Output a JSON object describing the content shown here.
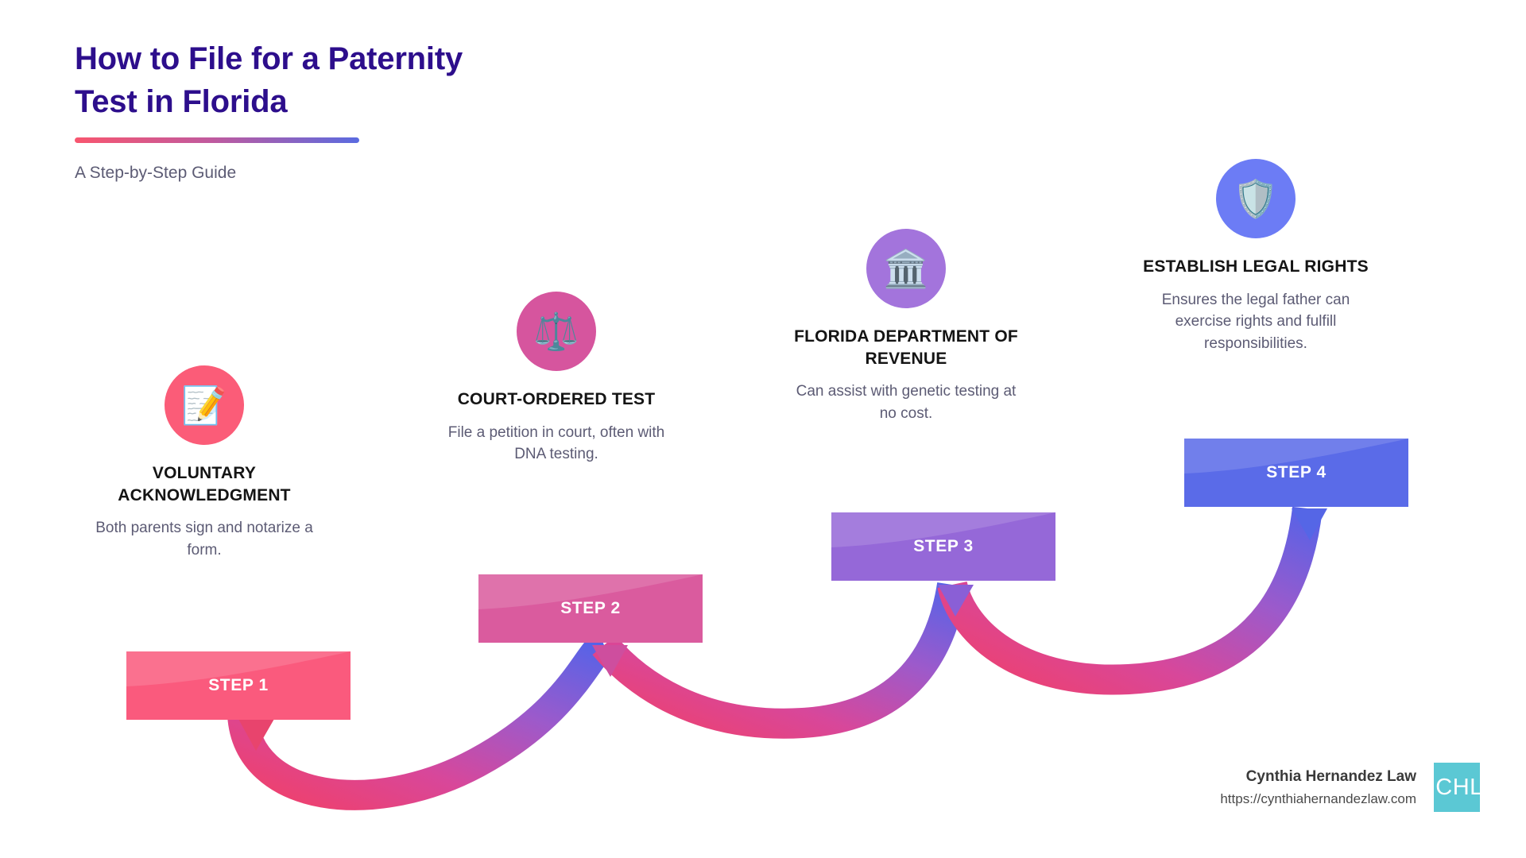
{
  "header": {
    "title_line_1": "How to File for a Paternity",
    "title_line_2": "Test in Florida",
    "subtitle": "A Step-by-Step Guide",
    "title_color": "#2D0E8C",
    "rule_gradient_from": "#F8566F",
    "rule_gradient_to": "#5A6BE0"
  },
  "steps": [
    {
      "banner_label": "STEP 1",
      "title": "VOLUNTARY ACKNOWLEDGMENT",
      "description": "Both parents sign and notarize a form.",
      "icon": "memo-icon",
      "icon_glyph": "📝",
      "circle_color": "#FB5C78",
      "banner_color": "#FA5A7D"
    },
    {
      "banner_label": "STEP 2",
      "title": "COURT-ORDERED TEST",
      "description": "File a petition in court, often with DNA testing.",
      "icon": "balance-scale-icon",
      "icon_glyph": "⚖️",
      "circle_color": "#D6559E",
      "banner_color": "#DA5B9E"
    },
    {
      "banner_label": "STEP 3",
      "title": "FLORIDA DEPARTMENT OF REVENUE",
      "description": "Can assist with genetic testing at no cost.",
      "icon": "classical-building-icon",
      "icon_glyph": "🏛️",
      "circle_color": "#A374DC",
      "banner_color": "#9568D8"
    },
    {
      "banner_label": "STEP 4",
      "title": "ESTABLISH LEGAL RIGHTS",
      "description": "Ensures the legal father can exercise rights and fulfill responsibilities.",
      "icon": "shield-icon",
      "icon_glyph": "🛡️",
      "circle_color": "#6C7CF5",
      "banner_color": "#5A6BE8"
    }
  ],
  "ribbon": {
    "gradient_stops": [
      "#F0406A",
      "#D8479A",
      "#9C5ACB",
      "#5463E8"
    ]
  },
  "footer": {
    "brand": "Cynthia Hernandez Law",
    "url": "https://cynthiahernandezlaw.com",
    "logo_text": "CHL",
    "logo_color": "#5BC8D4"
  }
}
